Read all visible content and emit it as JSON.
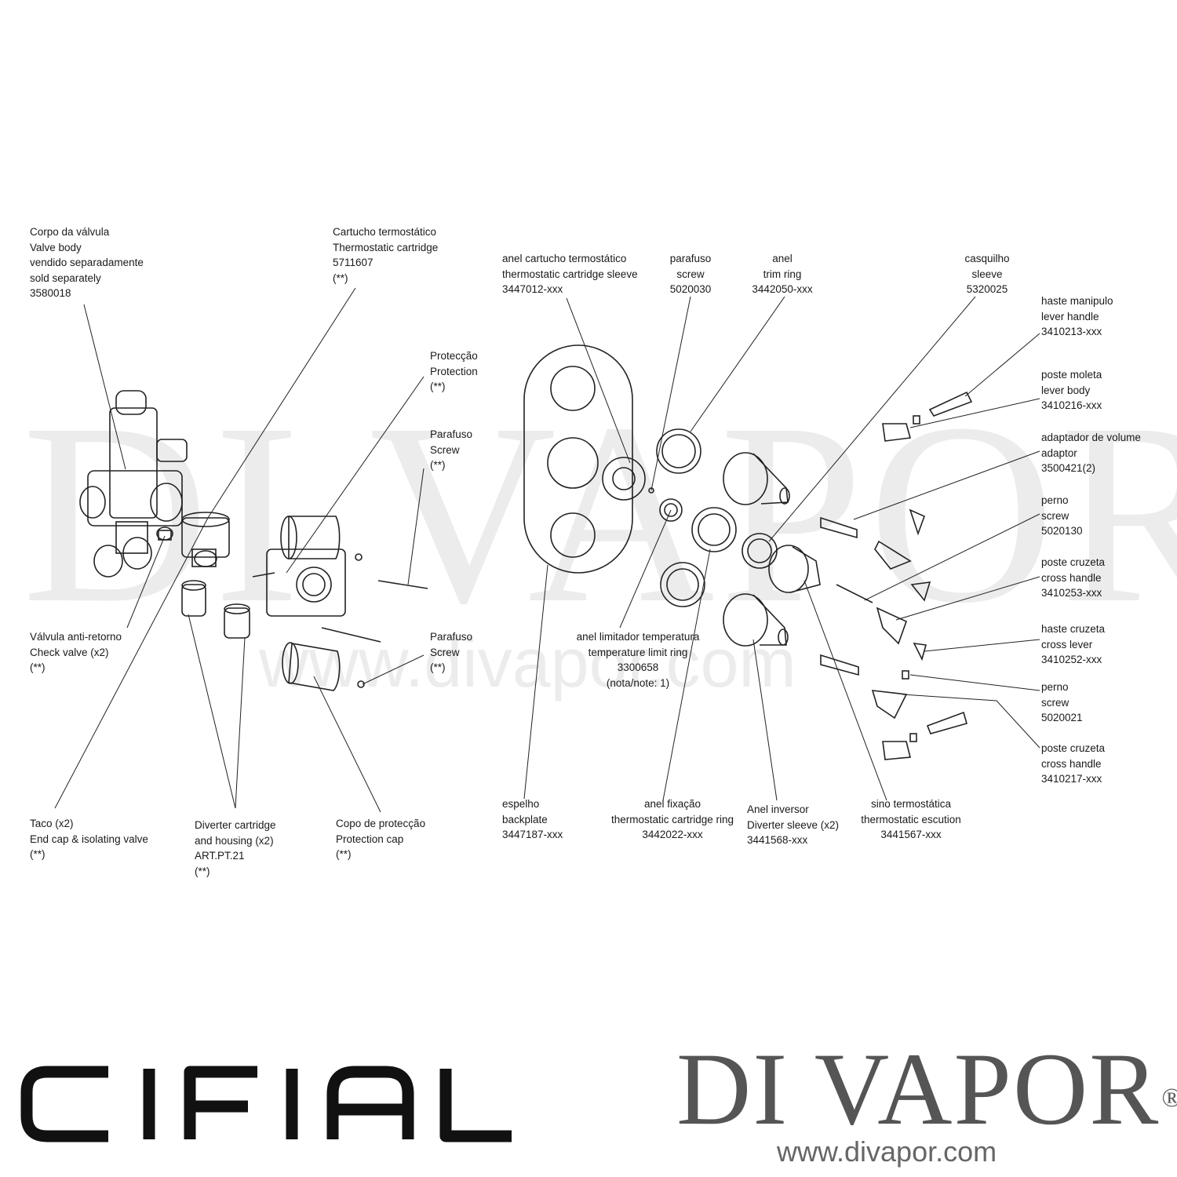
{
  "labels": {
    "valve_body": [
      "Corpo da válvula",
      "Valve body",
      "vendido separadamente",
      "sold separately",
      "3580018"
    ],
    "thermo_cartridge": [
      "Cartucho termostático",
      "Thermostatic cartridge",
      "5711607",
      "(**)"
    ],
    "protection": [
      "Protecção",
      "Protection",
      "(**)"
    ],
    "screw_a": [
      "Parafuso",
      "Screw",
      "(**)"
    ],
    "screw_b": [
      "Parafuso",
      "Screw",
      "(**)"
    ],
    "check_valve": [
      "Válvula anti-retorno",
      "Check valve (x2)",
      "(**)"
    ],
    "end_cap": [
      "Taco (x2)",
      "End cap & isolating valve",
      "(**)"
    ],
    "diverter_cartridge": [
      "Diverter cartridge",
      "and housing (x2)",
      "ART.PT.21",
      "(**)"
    ],
    "protection_cap": [
      "Copo de protecção",
      "Protection cap",
      "(**)"
    ],
    "cartridge_sleeve": [
      "anel cartucho termostático",
      "thermostatic cartridge sleeve",
      "3447012-xxx"
    ],
    "parafuso_screw": [
      "parafuso",
      "screw",
      "5020030"
    ],
    "trim_ring": [
      "anel",
      "trim ring",
      "3442050-xxx"
    ],
    "sleeve": [
      "casquilho",
      "sleeve",
      "5320025"
    ],
    "lever_handle": [
      "haste manipulo",
      "lever handle",
      "3410213-xxx"
    ],
    "lever_body": [
      "poste moleta",
      "lever body",
      "3410216-xxx"
    ],
    "adaptor": [
      "adaptador de volume",
      "adaptor",
      "3500421(2)"
    ],
    "perno_screw_1": [
      "perno",
      "screw",
      "5020130"
    ],
    "cross_handle_1": [
      "poste cruzeta",
      "cross handle",
      "3410253-xxx"
    ],
    "cross_lever": [
      "haste cruzeta",
      "cross lever",
      "3410252-xxx"
    ],
    "perno_screw_2": [
      "perno",
      "screw",
      "5020021"
    ],
    "cross_handle_2": [
      "poste cruzeta",
      "cross handle",
      "3410217-xxx"
    ],
    "temp_limit_ring": [
      "anel limitador temperatura",
      "temperature limit ring",
      "3300658",
      "(nota/note: 1)"
    ],
    "backplate": [
      "espelho",
      "backplate",
      "3447187-xxx"
    ],
    "cartridge_ring": [
      "anel fixação",
      "thermostatic cartridge ring",
      "3442022-xxx"
    ],
    "diverter_sleeve": [
      "Anel inversor",
      "Diverter sleeve (x2)",
      "3441568-xxx"
    ],
    "thermo_escution": [
      "sino termostática",
      "thermostatic escution",
      "3441567-xxx"
    ]
  },
  "watermark": {
    "big": "DI VAPOR®",
    "url": "www.divapor.com"
  },
  "brand": {
    "cifial": "CIFIAL",
    "divapor": "DI VAPOR",
    "divapor_reg": "®",
    "divapor_url": "www.divapor.com"
  },
  "colors": {
    "ink": "#1a1a1a",
    "logo_grey": "#555555"
  }
}
